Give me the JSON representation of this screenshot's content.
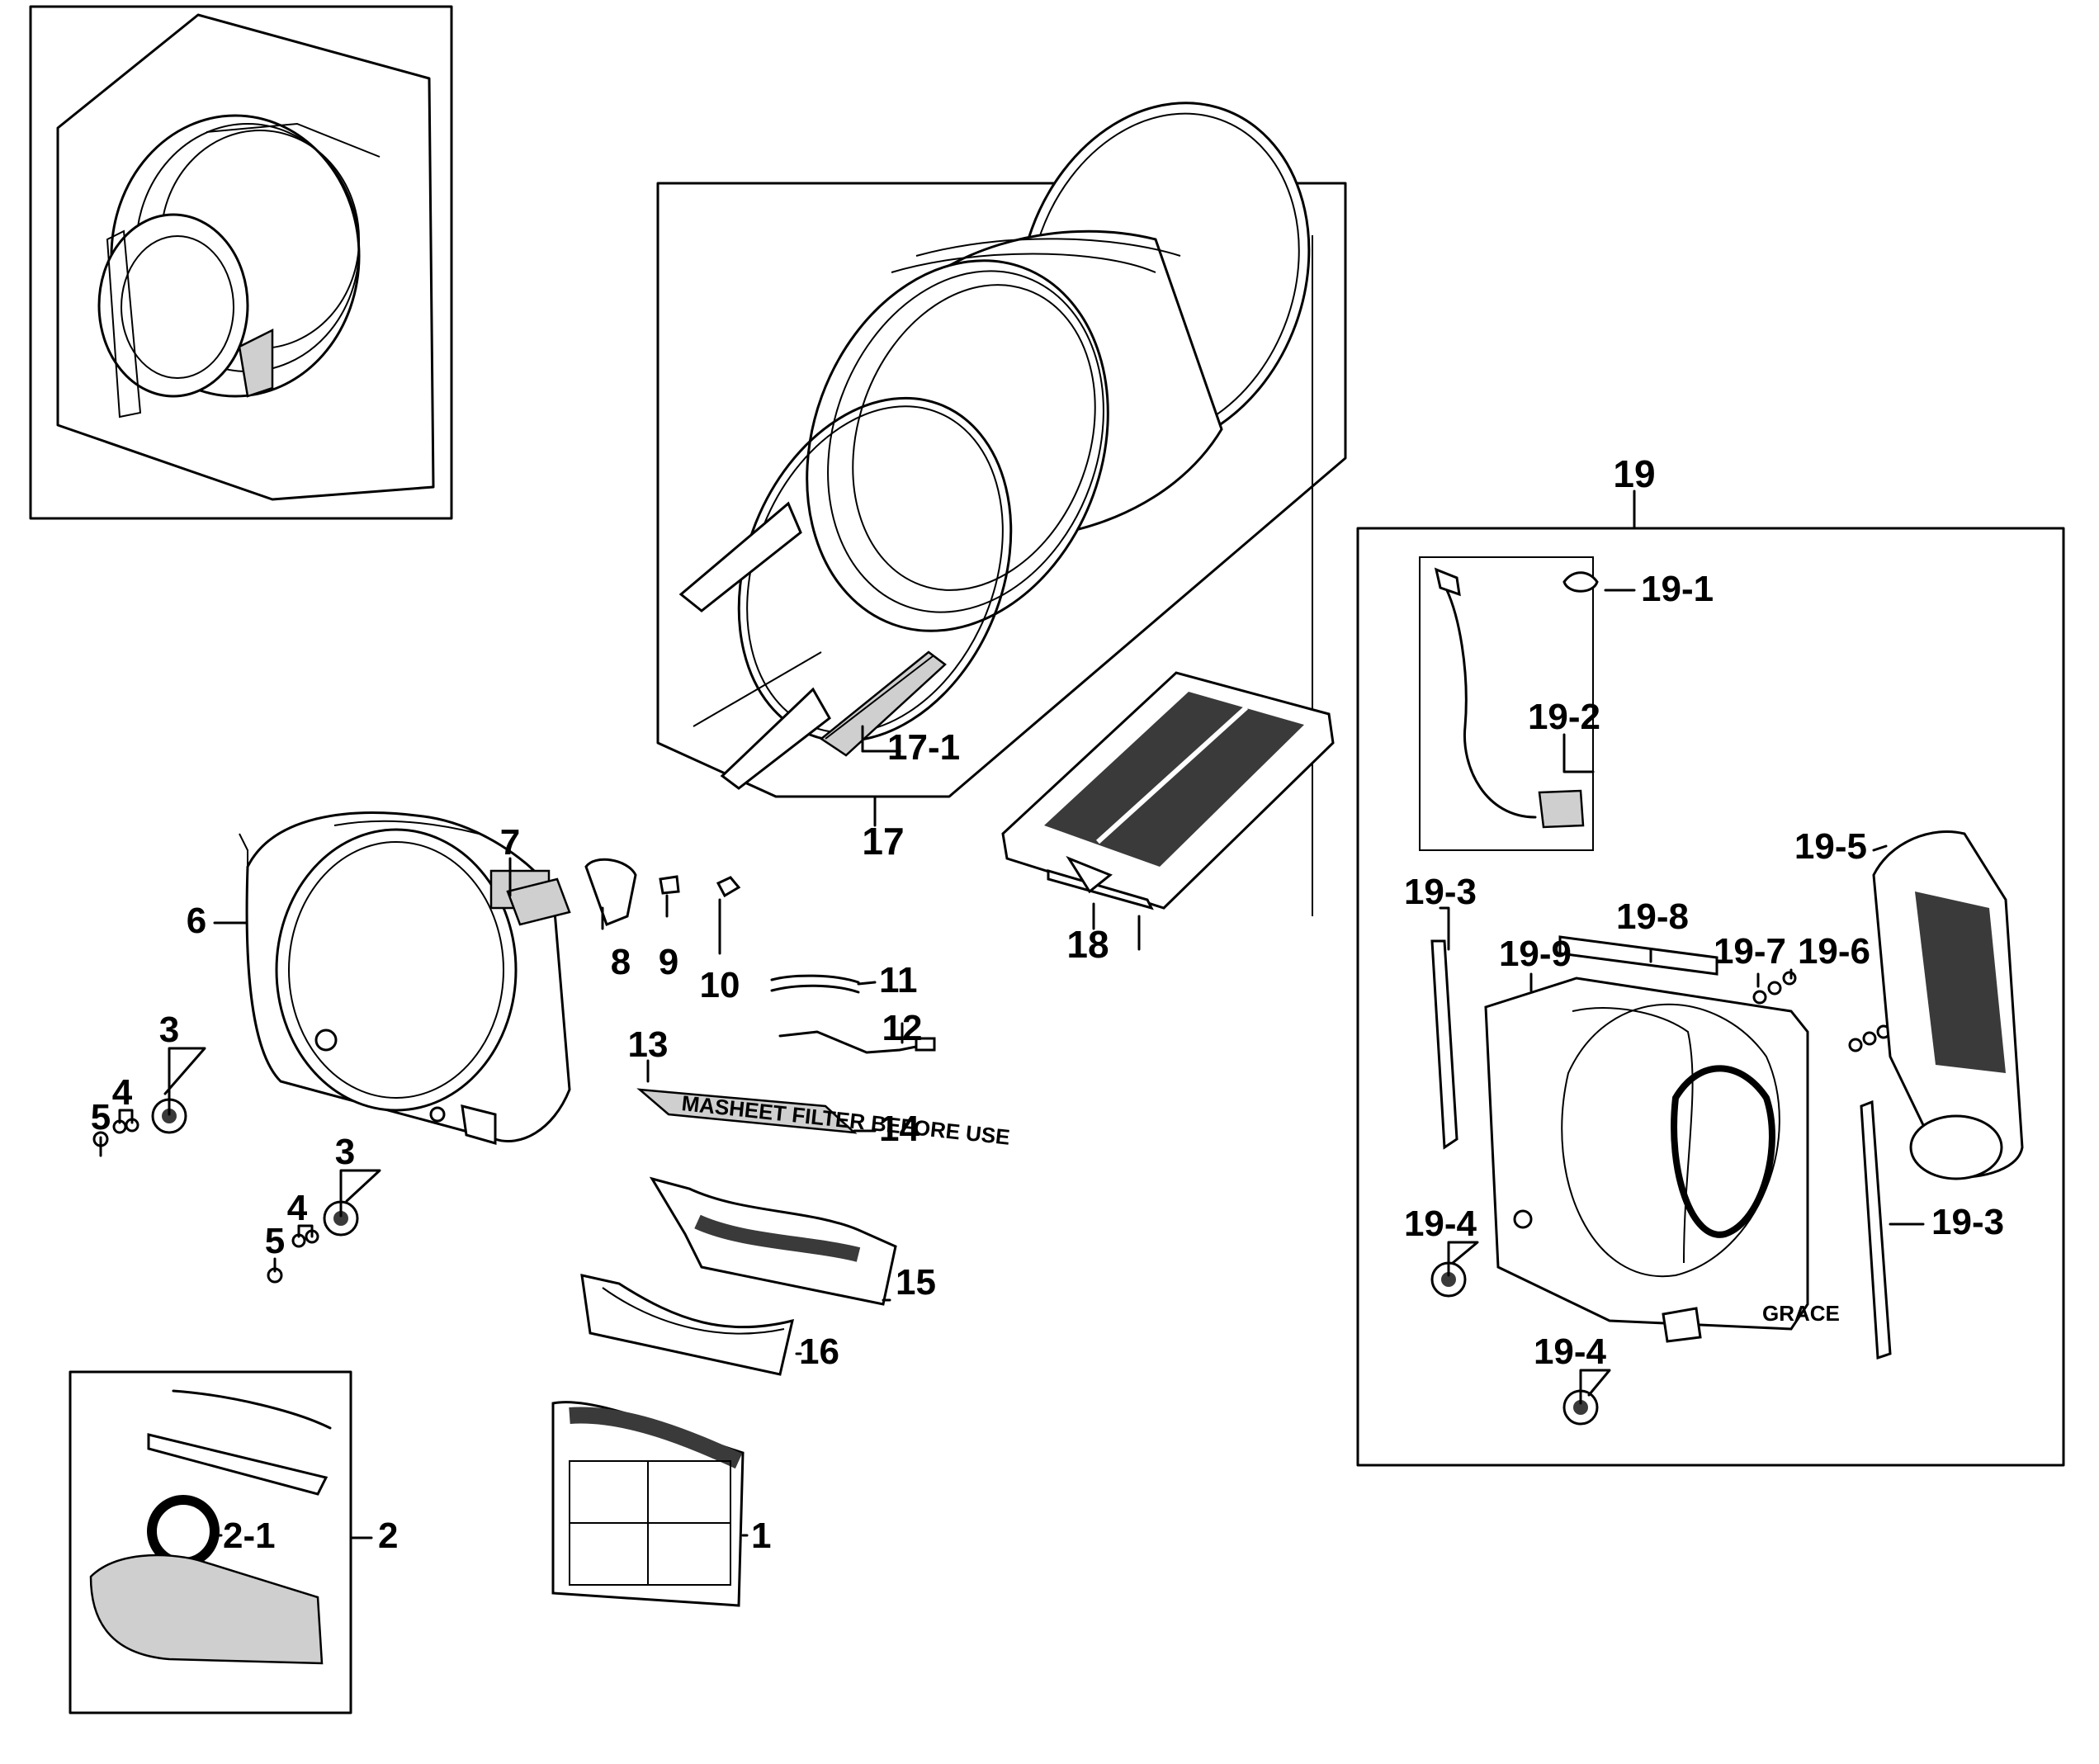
{
  "labels": {
    "p1": "1",
    "p2": "2",
    "p2_1": "2-1",
    "p3a": "3",
    "p3b": "3",
    "p4a": "4",
    "p4b": "4",
    "p5a": "5",
    "p5b": "5",
    "p6": "6",
    "p7": "7",
    "p8": "8",
    "p9": "9",
    "p10": "10",
    "p11": "11",
    "p12": "12",
    "p13": "13",
    "p14": "14",
    "p15": "15",
    "p16": "16",
    "p17": "17",
    "p17_1": "17-1",
    "p18": "18",
    "p19": "19",
    "p19_1": "19-1",
    "p19_2": "19-2",
    "p19_3a": "19-3",
    "p19_3b": "19-3",
    "p19_4a": "19-4",
    "p19_4b": "19-4",
    "p19_5": "19-5",
    "p19_6": "19-6",
    "p19_7": "19-7",
    "p19_8": "19-8",
    "p19_9": "19-9"
  },
  "embossed": {
    "rear_plate_brand": "GRACE"
  }
}
